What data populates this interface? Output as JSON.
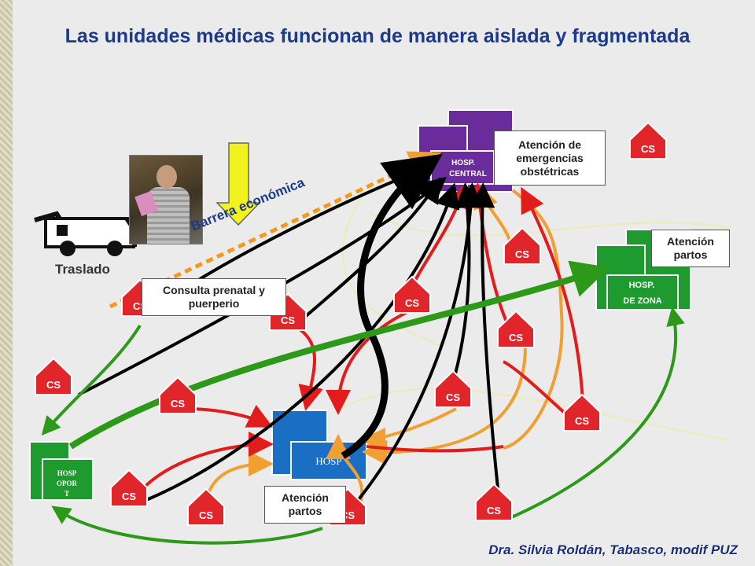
{
  "title": "Las unidades médicas funcionan de manera aislada y fragmentada",
  "credit": "Dra. Silvia Roldán, Tabasco, modif PUZ",
  "labels": {
    "traslado": "Traslado",
    "barrera": "Barrera económica",
    "consulta": "Consulta prenatal y puerperio",
    "emergencias": "Atención de emergencias obstétricas",
    "partos_zona": "Atención partos",
    "partos_hosp": "Atención partos"
  },
  "hospitals": {
    "central": "HOSP. CENTRAL",
    "zona": "HOSP. DE ZONA",
    "hosp": "HOSP",
    "oport": "HOSP OPOR T"
  },
  "cs_label": "CS",
  "colors": {
    "title": "#1b3a8c",
    "cs_fill": "#e0262b",
    "central": "#6a2c9a",
    "zona": "#1f9a2e",
    "hosp": "#1a6fc4",
    "arrow_black": "#000000",
    "arrow_red": "#e21b1b",
    "arrow_orange": "#f0a030",
    "arrow_green": "#2c9a18",
    "barrier": "#f39a1e",
    "down_arrow": "#f2f21f"
  }
}
